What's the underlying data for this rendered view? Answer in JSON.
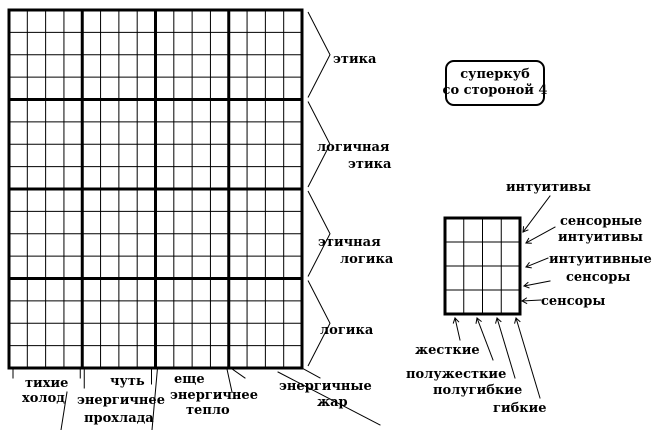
{
  "title_box": {
    "line1": "суперкуб",
    "line2": "со стороной 4"
  },
  "row_labels": [
    {
      "line1": "этика",
      "line2": ""
    },
    {
      "line1": "логичная",
      "line2": "этика"
    },
    {
      "line1": "этичная",
      "line2": "логика"
    },
    {
      "line1": "логика",
      "line2": ""
    }
  ],
  "column_labels": [
    {
      "line1": "тихие",
      "line2": "холод"
    },
    {
      "line1": "чуть",
      "line2": "энергичнее",
      "line3": "прохлада"
    },
    {
      "line1": "еще",
      "line2": "энергичнее",
      "line3": "тепло"
    },
    {
      "line1": "энергичные",
      "line2": "жар"
    }
  ],
  "small_grid_row_labels": [
    "интуитивы",
    "сенсорные интуитивы",
    "интуитивные сенсоры",
    "сенсоры"
  ],
  "small_grid_row_label_parts": {
    "r1": "интуитивы",
    "r2a": "сенсорные",
    "r2b": "интуитивы",
    "r3a": "интуитивные",
    "r3b": "сенсоры",
    "r4": "сенсоры"
  },
  "small_grid_col_labels": [
    "жесткие",
    "полужесткие",
    "полугибкие",
    "гибкие"
  ],
  "grid": {
    "big_blocks": 4,
    "cells_per_block": 4
  }
}
